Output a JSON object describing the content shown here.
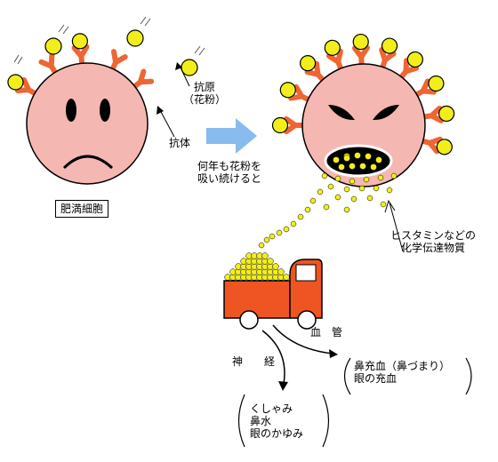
{
  "labels": {
    "antigen": "抗原",
    "pollen": "（花粉）",
    "antibody": "抗体",
    "mast_cell": "肥満細胞",
    "arrow_caption_line1": "何年も花粉を",
    "arrow_caption_line2": "吸い続けると",
    "mediators_line1": "ヒスタミンなどの",
    "mediators_line2": "化学伝達物質",
    "blood_vessel": "血　管",
    "nerve": "神　　経",
    "vessel_effect_1": "鼻充血（鼻づまり）",
    "vessel_effect_2": "眼の充血",
    "nerve_effect_1": "くしゃみ",
    "nerve_effect_2": "鼻水",
    "nerve_effect_3": "眼のかゆみ"
  },
  "colors": {
    "face_fill": "#f5b7b1",
    "antibody": "#ee6633",
    "pollen": "#f2ee1a",
    "arrow": "#88bbee",
    "truck": "#ee5522",
    "outline": "#000000"
  }
}
